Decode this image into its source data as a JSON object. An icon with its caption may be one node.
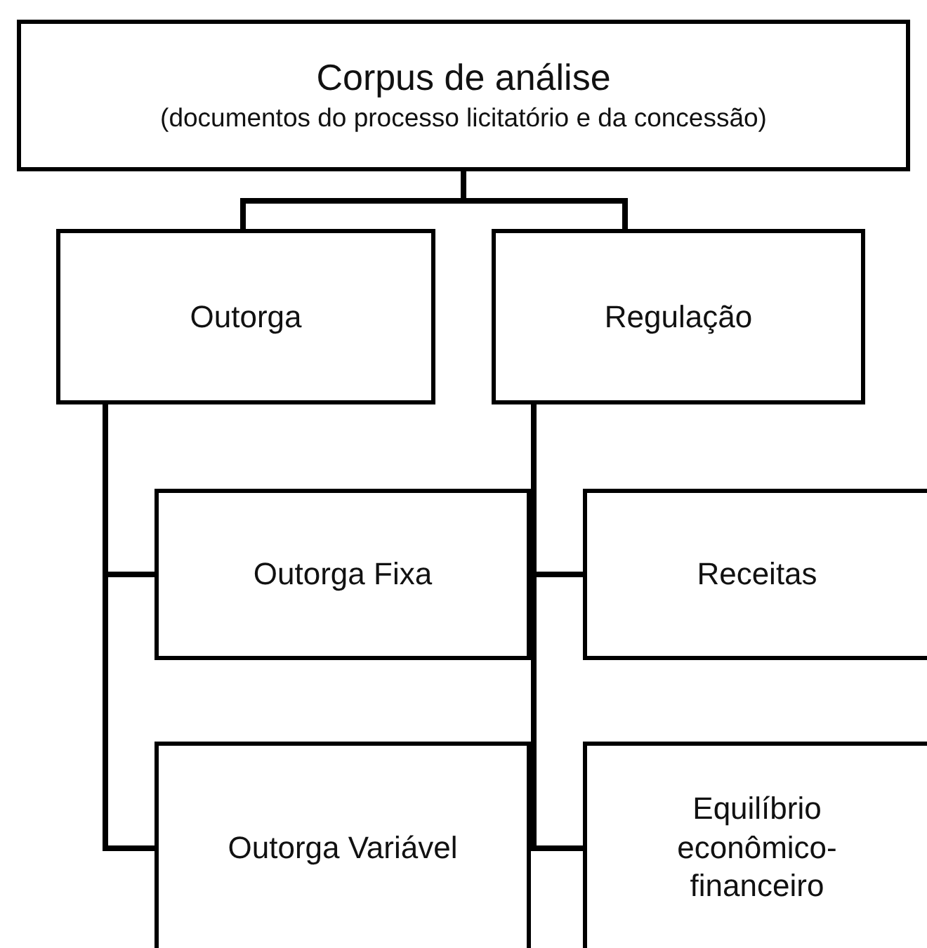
{
  "diagram": {
    "nodes": [
      {
        "text": [
          "Corpus de análise",
          "(documentos do processo licitatório e da concessão)"
        ]
      },
      {
        "text": [
          "Outorga"
        ]
      },
      {
        "text": [
          "Regulação"
        ]
      },
      {
        "text": [
          "Outorga Fixa"
        ]
      },
      {
        "text": [
          "Outorga Variável"
        ]
      },
      {
        "text": [
          "Receitas"
        ]
      },
      {
        "text": [
          "Equilíbrio econômico-financeiro"
        ]
      }
    ],
    "edges": [
      {
        "from": 0,
        "to": 1,
        "arrow": "none"
      },
      {
        "from": 0,
        "to": 2,
        "arrow": "none"
      },
      {
        "from": 1,
        "to": 3,
        "arrow": "none"
      },
      {
        "from": 1,
        "to": 4,
        "arrow": "none"
      },
      {
        "from": 2,
        "to": 5,
        "arrow": "none"
      },
      {
        "from": 2,
        "to": 6,
        "arrow": "none"
      }
    ]
  }
}
